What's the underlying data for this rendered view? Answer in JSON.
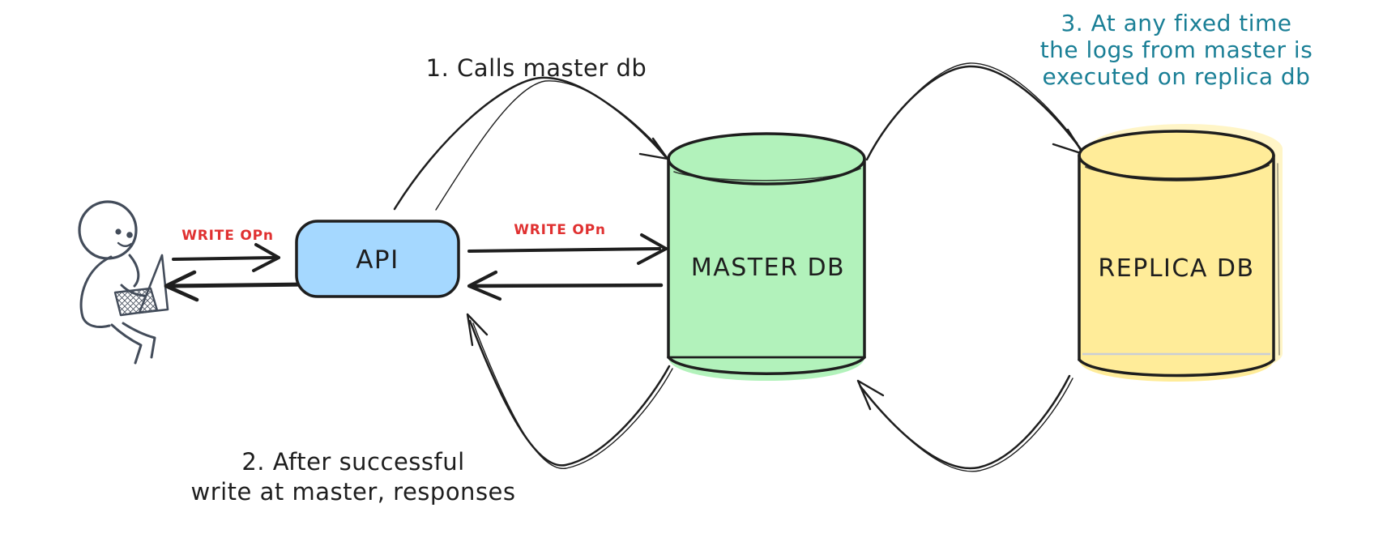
{
  "diagram": {
    "flow_labels": {
      "user_to_api": "WRITE OPn",
      "api_to_master": "WRITE OPn"
    },
    "annotations": {
      "step1": "1. Calls master db",
      "step2": [
        "2. After successful",
        "write at master, responses"
      ],
      "step3": [
        "3. At any fixed time",
        "the logs from master is",
        "executed on replica db"
      ]
    },
    "nodes": {
      "api": {
        "label": "API",
        "fill": "#a5d8ff"
      },
      "master_db": {
        "label": "MASTER DB",
        "fill": "#b2f2bb"
      },
      "replica_db": {
        "label": "REPLICA DB",
        "fill": "#ffec99"
      }
    },
    "colors": {
      "stroke": "#1e1e1e",
      "flow_label": "#e03131",
      "note": "#1a7f96",
      "background": "#ffffff"
    }
  }
}
